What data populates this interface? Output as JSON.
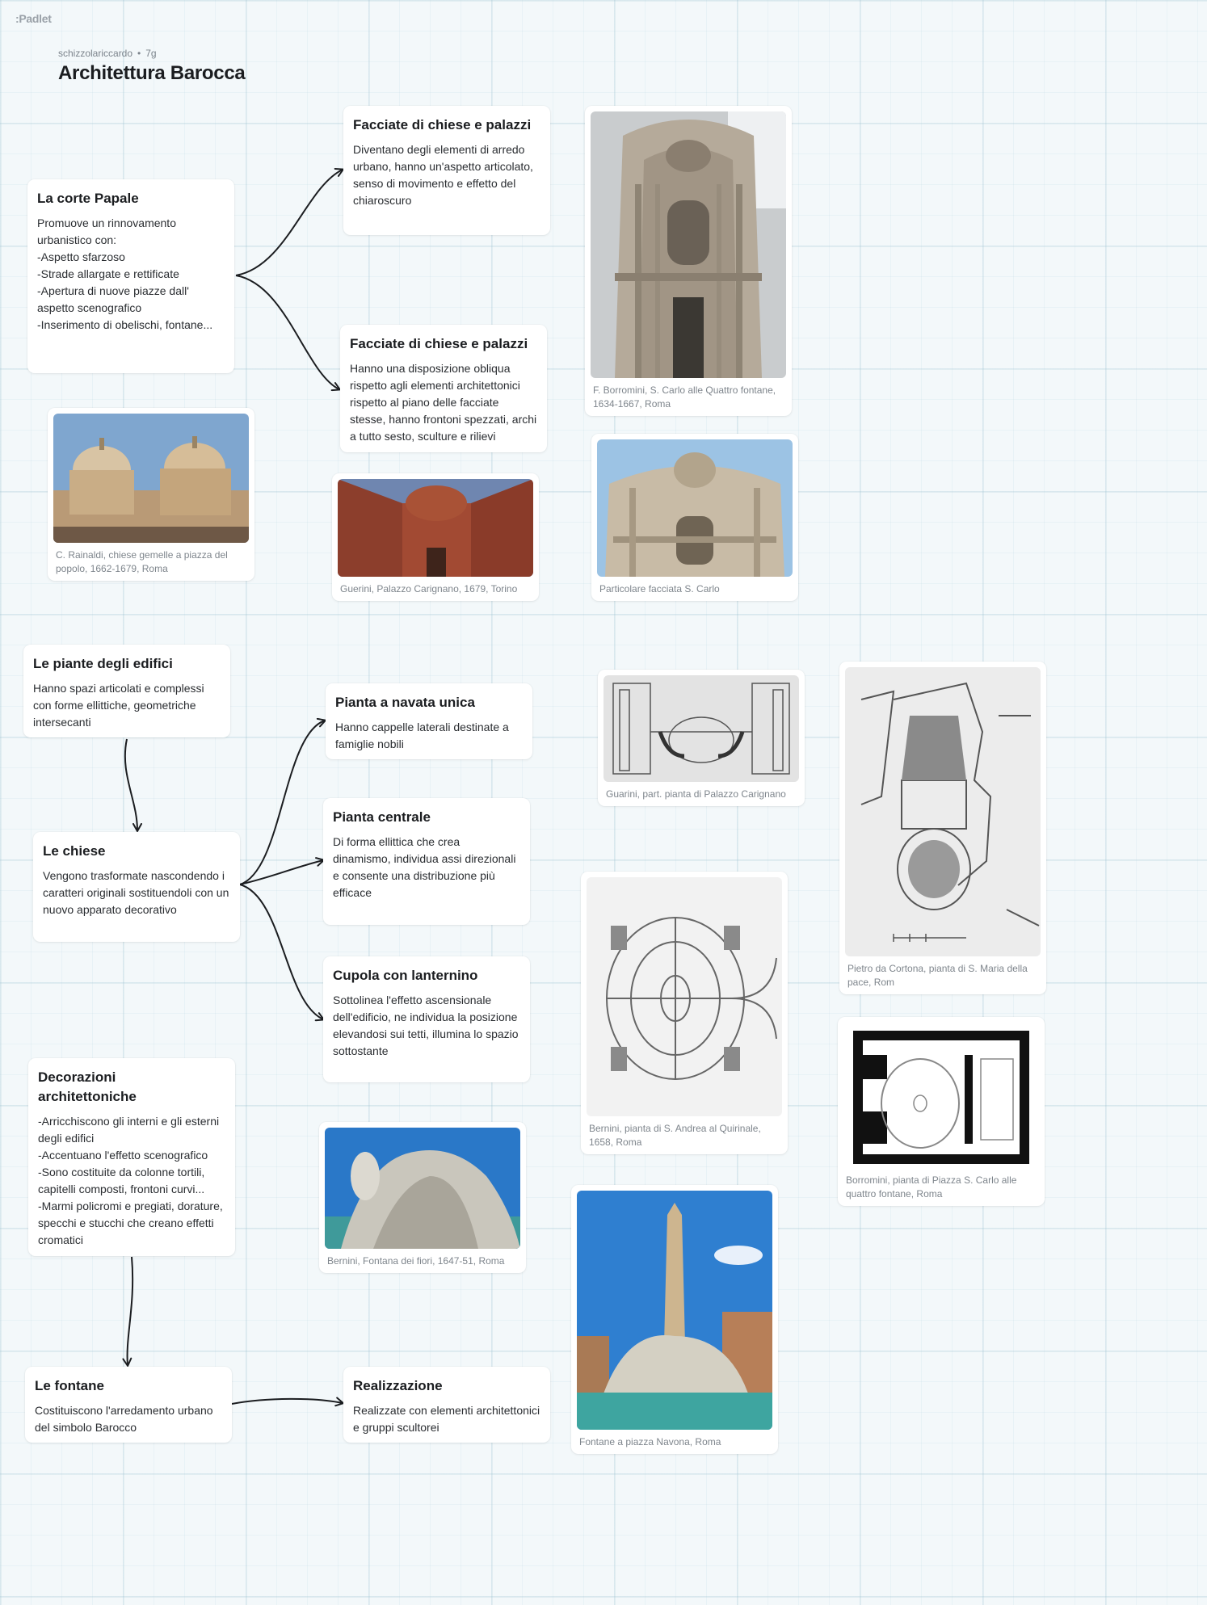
{
  "app": {
    "logo": ":Padlet"
  },
  "header": {
    "author": "schizzolariccardo",
    "age": "7g",
    "title": "Architettura Barocca"
  },
  "cards": {
    "corte": {
      "title": "La corte Papale",
      "body": "Promuove un rinnovamento urbanistico con:\n-Aspetto sfarzoso\n-Strade allargate e rettificate\n-Apertura di nuove piazze dall'\naspetto scenografico\n-Inserimento di obelischi, fontane..."
    },
    "facciate1": {
      "title": "Facciate di chiese e palazzi",
      "body": "Diventano degli elementi di arredo urbano, hanno un'aspetto articolato, senso di movimento e effetto del chiaroscuro"
    },
    "facciate2": {
      "title": "Facciate di chiese e palazzi",
      "body": "Hanno una disposizione obliqua rispetto agli elementi architettonici rispetto al piano delle facciate stesse, hanno frontoni spezzati, archi a tutto sesto, sculture e rilievi"
    },
    "piante": {
      "title": "Le piante degli edifici",
      "body": "Hanno spazi articolati e complessi con forme ellittiche, geometriche intersecanti"
    },
    "chiese": {
      "title": "Le chiese",
      "body": "Vengono trasformate nascondendo i caratteri originali sostituendoli con un nuovo apparato decorativo"
    },
    "navata": {
      "title": "Pianta a navata unica",
      "body": "Hanno cappelle laterali destinate a famiglie nobili"
    },
    "centrale": {
      "title": "Pianta centrale",
      "body": "Di forma ellittica che crea dinamismo, individua assi direzionali e consente una distribuzione più efficace"
    },
    "cupola": {
      "title": "Cupola con lanternino",
      "body": "Sottolinea l'effetto ascensionale dell'edificio, ne individua la posizione elevandosi sui tetti, illumina lo spazio sottostante"
    },
    "decorazioni": {
      "title": "Decorazioni architettoniche",
      "body": "-Arricchiscono gli interni e gli esterni degli edifici\n-Accentuano l'effetto scenografico\n-Sono costituite da colonne tortili, capitelli composti, frontoni curvi...\n-Marmi policromi e pregiati, dorature, specchi e stucchi che creano effetti cromatici"
    },
    "fontane": {
      "title": "Le fontane",
      "body": "Costituiscono l'arredamento urbano del simbolo Barocco"
    },
    "realizzazione": {
      "title": "Realizzazione",
      "body": "Realizzate con elementi architettonici e gruppi scultorei"
    }
  },
  "images": {
    "borromini": {
      "caption": "F. Borromini, S. Carlo alle Quattro fontane, 1634-1667, Roma"
    },
    "rainaldi": {
      "caption": "C. Rainaldi, chiese gemelle a piazza del popolo, 1662-1679, Roma"
    },
    "carignano": {
      "caption": "Guerini, Palazzo Carignano, 1679, Torino"
    },
    "scarlo_facciata": {
      "caption": "Particolare facciata S. Carlo"
    },
    "guarini_pianta": {
      "caption": "Guarini, part. pianta di Palazzo Carignano"
    },
    "cortona": {
      "caption": "Pietro da Cortona, pianta di S. Maria della pace, Rom"
    },
    "andrea": {
      "caption": "Bernini, pianta di S. Andrea al Quirinale, 1658, Roma"
    },
    "borromini_pianta": {
      "caption": "Borromini, pianta di Piazza S. Carlo alle quattro fontane, Roma"
    },
    "fiori": {
      "caption": "Bernini, Fontana dei fiori, 1647-51, Roma"
    },
    "navona": {
      "caption": "Fontane a piazza Navona, Roma"
    }
  }
}
